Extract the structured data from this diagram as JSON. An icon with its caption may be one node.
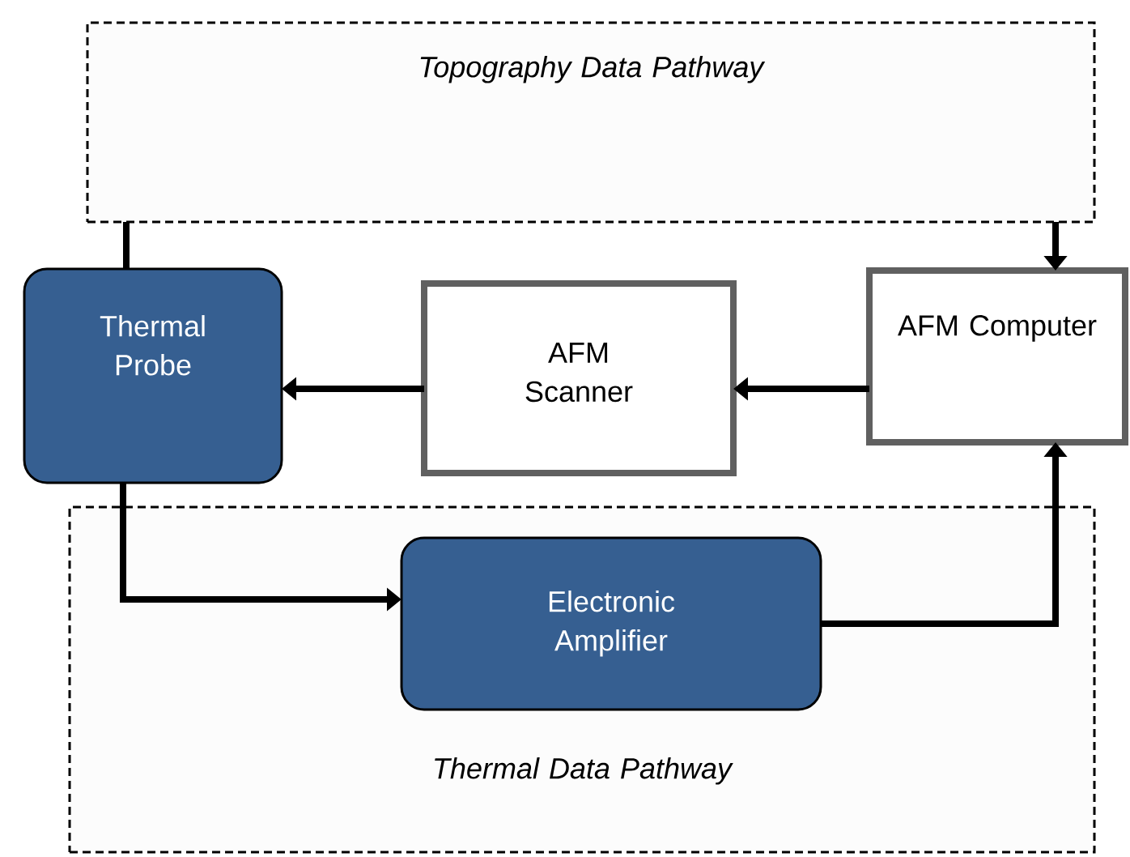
{
  "diagram": {
    "nodes": [
      {
        "text": [
          "Topography Data Pathway"
        ]
      },
      {
        "text": [
          "Thermal Probe"
        ]
      },
      {
        "text": [
          "AFM Scanner"
        ]
      },
      {
        "text": [
          "AFM Computer"
        ]
      },
      {
        "text": [
          "Thermal Data Pathway"
        ]
      },
      {
        "text": [
          "Electronic Amplifier"
        ],
        "in": 4
      }
    ],
    "edges": [
      {
        "from": 1,
        "to": 0,
        "arrow": "none"
      },
      {
        "from": 0,
        "to": 3,
        "arrow": "to"
      },
      {
        "from": 3,
        "to": 2,
        "arrow": "to"
      },
      {
        "from": 2,
        "to": 1,
        "arrow": "to"
      },
      {
        "from": 1,
        "to": 5,
        "arrow": "to"
      },
      {
        "from": 5,
        "to": 3,
        "arrow": "to"
      }
    ]
  }
}
